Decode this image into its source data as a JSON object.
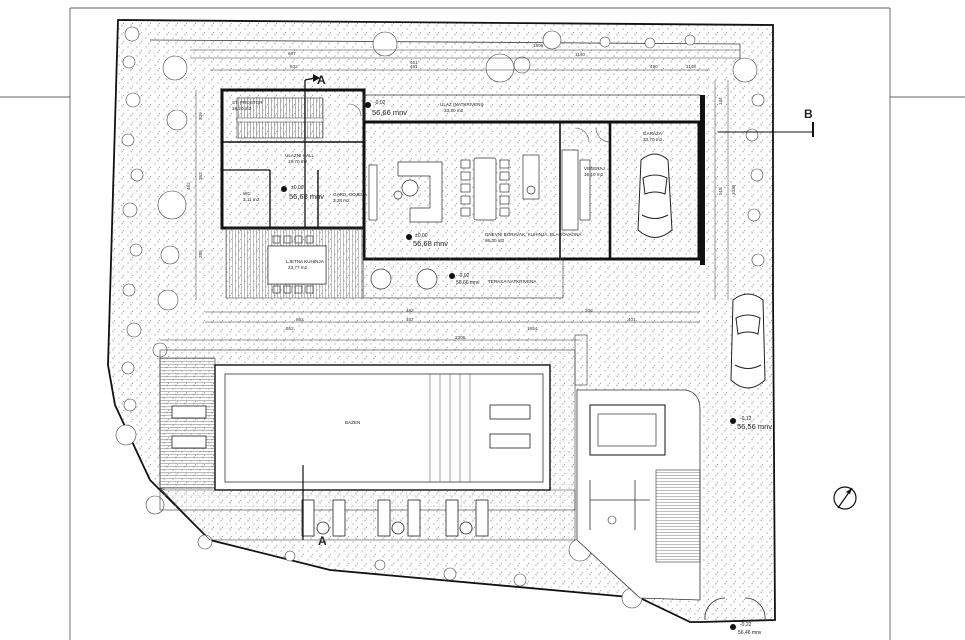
{
  "section_markers": {
    "a": "A",
    "b": "B"
  },
  "rooms": {
    "stairs": {
      "name": "ST. PROSTOR",
      "area": "18,20 m2"
    },
    "hall": {
      "name": "ULAZNI HALL",
      "area": "19,70 m2"
    },
    "entrance": {
      "name": "ULAZ (NATKRIVENI)",
      "area": "33,20 m2"
    },
    "living": {
      "name": "DNEVNI BORAVAK, KUHINJA, BLAGOVAONA",
      "area": "86,30 m2"
    },
    "storage": {
      "name": "VEŠERAJ",
      "area": "16,10 m2"
    },
    "garage": {
      "name": "GARAŽA",
      "area": "33,70 m2"
    },
    "wc": {
      "name": "WC",
      "area": "3,11 m2"
    },
    "dressing": {
      "name": "GARD. ODJELA",
      "area": "3,28 m2"
    },
    "summer_kitchen": {
      "name": "LJETNA KUHINJA",
      "area": "23,77 m2"
    },
    "terrace": {
      "name": "TERASA NATKRIVENA",
      "area": ""
    },
    "pool": {
      "name": "BAZEN"
    }
  },
  "elevations": {
    "entrance": {
      "symbol": "-0,02",
      "value": "56,66 mnv"
    },
    "hall": {
      "symbol": "±0,00",
      "value": "56,68 mnv"
    },
    "living": {
      "symbol": "±0,00",
      "value": "56,68 mnv"
    },
    "terrace": {
      "symbol": "-0,02",
      "value": "56,66 mnv"
    },
    "driveway": {
      "symbol": "-0,12",
      "value": "56,56 mnv"
    },
    "gate": {
      "symbol": "-0,22",
      "value": "56,46 mnv"
    }
  },
  "dimensions": {
    "top": [
      "1809",
      "1140",
      "667",
      "632",
      "451",
      "481",
      "490",
      "1148"
    ],
    "pool_top": "2306",
    "lower": [
      "652",
      "862",
      "482",
      "457",
      "1654",
      "208",
      "401"
    ],
    "left": [
      "209",
      "352",
      "258",
      "452"
    ],
    "right": [
      "518",
      "144",
      "1030"
    ]
  }
}
